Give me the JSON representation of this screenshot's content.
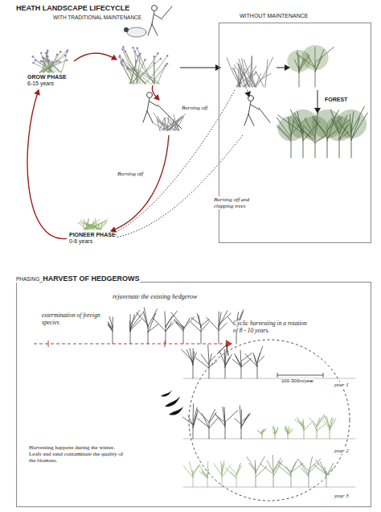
{
  "diagram": {
    "title": "HEATH LANDSCAPE LIFECYCLE",
    "nodes": [
      {
        "text": [
          "GROW PHASE",
          "6-15 years"
        ]
      },
      {
        "text": [
          "PIONEER PHASE",
          "0-6 years"
        ]
      },
      {
        "text": [
          "WITHOUT MAINTENANCE"
        ]
      },
      {
        "text": [
          "FOREST"
        ],
        "in": 2
      },
      {
        "text": [
          "PHASING",
          "HARVEST OF HEDGEROWS"
        ]
      }
    ],
    "edges": [
      {
        "from": 1,
        "to": 0,
        "arrow": "to"
      }
    ],
    "labels": [
      "WITH TRADITIONAL MAINTENANCE",
      "Burning off",
      "Burning off",
      "Burning off and chipping trees",
      "rejuvenate the existing hedgerow",
      "extermination of foreign species",
      "Cyclic harvesting in a rotation of 8 - 10 years.",
      "year 1",
      "100-300m/year",
      "year 2",
      "year 3",
      "Harvesting happens during the winter. Leafs and sand contaminate the quality of the biomass."
    ]
  }
}
